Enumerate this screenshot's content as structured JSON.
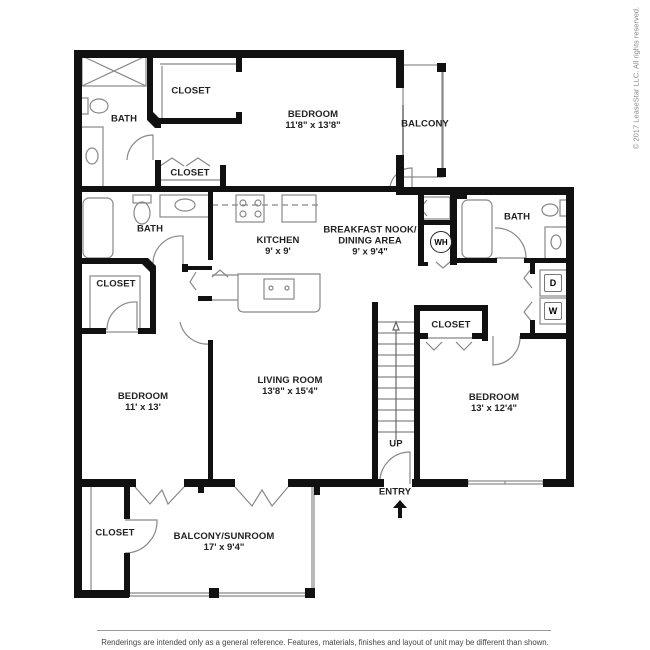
{
  "rooms": {
    "bedroom_top": {
      "name": "BEDROOM",
      "dims": "11'8\" x 13'8\""
    },
    "balcony_top": {
      "name": "BALCONY"
    },
    "closet_top_left": {
      "name": "CLOSET"
    },
    "closet_top_small": {
      "name": "CLOSET"
    },
    "bath_top_left": {
      "name": "BATH"
    },
    "bath_mid_left": {
      "name": "BATH"
    },
    "closet_mid_left": {
      "name": "CLOSET"
    },
    "kitchen": {
      "name": "KITCHEN",
      "dims": "9' x 9'"
    },
    "breakfast_nook": {
      "name": "BREAKFAST NOOK/",
      "name2": "DINING AREA",
      "dims": "9' x 9'4\""
    },
    "bath_right": {
      "name": "BATH"
    },
    "closet_right": {
      "name": "CLOSET"
    },
    "bedroom_left": {
      "name": "BEDROOM",
      "dims": "11' x 13'"
    },
    "living_room": {
      "name": "LIVING ROOM",
      "dims": "13'8\" x 15'4\""
    },
    "bedroom_right": {
      "name": "BEDROOM",
      "dims": "13' x 12'4\""
    },
    "closet_bottom_left": {
      "name": "CLOSET"
    },
    "balcony_sunroom": {
      "name": "BALCONY/SUNROOM",
      "dims": "17' x 9'4\""
    }
  },
  "fixtures": {
    "water_heater": "WH",
    "dryer": "D",
    "washer": "W",
    "stairs_label": "UP",
    "entry_label": "ENTRY"
  },
  "colors": {
    "wall": "#111111",
    "fixture": "#888888",
    "text": "#222222"
  },
  "footer": {
    "disclaimer": "Renderings are intended only as a general reference. Features, materials, finishes and layout of unit may be different than shown.",
    "copyright": "© 2017 LeaseStar LLC. All rights reserved."
  }
}
